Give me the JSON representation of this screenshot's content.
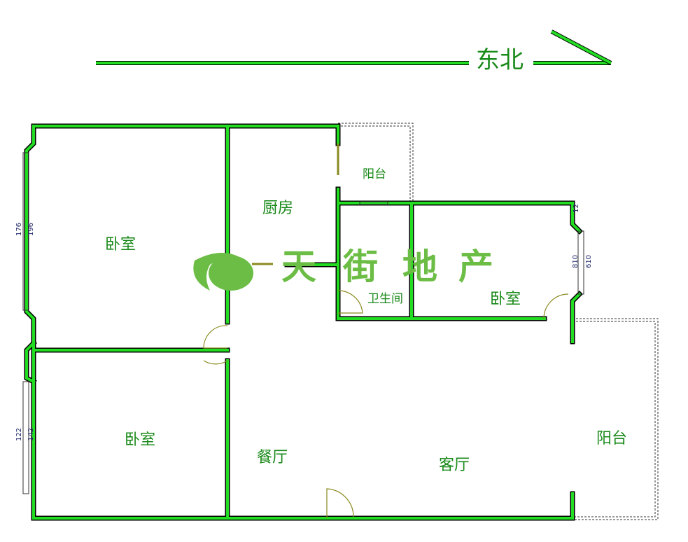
{
  "orientation": {
    "label": "东北"
  },
  "rooms": {
    "bedroom_top_left": "卧室",
    "kitchen": "厨房",
    "balcony_top": "阳台",
    "bathroom": "卫生间",
    "bedroom_right": "卧室",
    "bedroom_bottom_left": "卧室",
    "dining": "餐厅",
    "living": "客厅",
    "balcony_right": "阳台"
  },
  "dimensions": {
    "left_top_inner": "176",
    "left_top_outer": "196",
    "left_bottom_inner": "122",
    "left_bottom_outer": "142",
    "right_inner": "810",
    "right_outer": "610",
    "small_offset": "12"
  },
  "watermark": {
    "text": [
      "天",
      "街",
      "地",
      "产"
    ]
  },
  "colors": {
    "wall": "#22dd22",
    "wall_outline": "#000000",
    "label": "#1a8a1a",
    "watermark": "#6cbd45",
    "door": "#8a8a20"
  }
}
